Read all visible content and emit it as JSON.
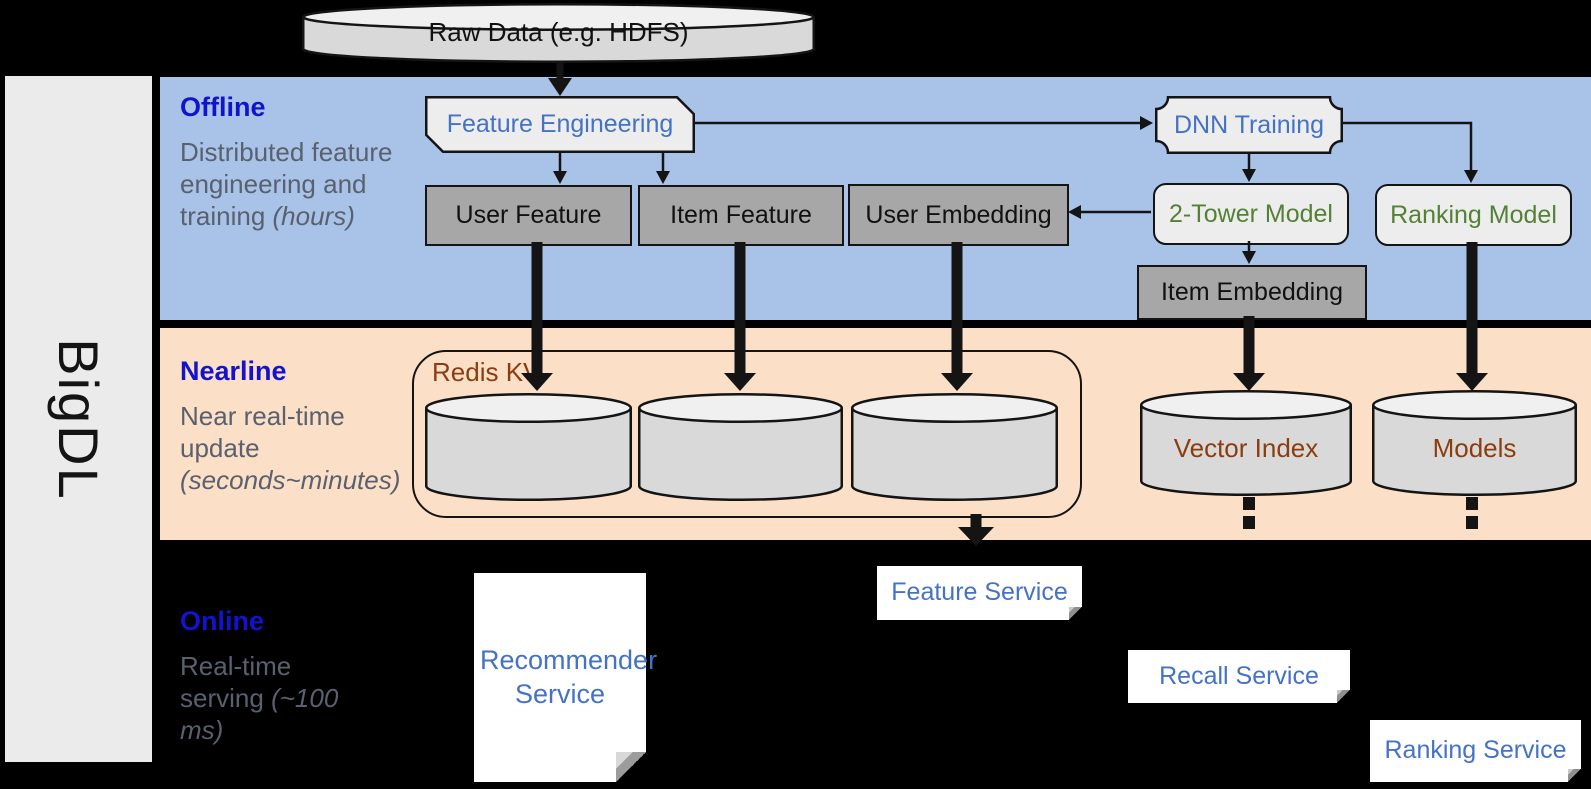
{
  "brand": {
    "name": "BigDL"
  },
  "source": {
    "label": "Raw Data (e.g. HDFS)"
  },
  "sections": {
    "offline": {
      "title": "Offline",
      "desc": "Distributed feature engineering and training",
      "note": "(hours)"
    },
    "nearline": {
      "title": "Nearline",
      "desc": "Near real-time update",
      "note": "(seconds~minutes)"
    },
    "online": {
      "title": "Online",
      "desc": "Real-time serving",
      "note": "(~100 ms)"
    }
  },
  "offline_nodes": {
    "feature_engineering": "Feature Engineering",
    "user_feature": "User Feature",
    "item_feature": "Item Feature",
    "user_embedding": "User Embedding",
    "dnn_training": "DNN Training",
    "two_tower_model": "2-Tower Model",
    "ranking_model": "Ranking Model",
    "item_embedding": "Item Embedding"
  },
  "nearline_nodes": {
    "redis": "Redis KV",
    "vector_index": "Vector Index",
    "models": "Models"
  },
  "online_nodes": {
    "recommender": "Recommender Service",
    "feature": "Feature Service",
    "recall": "Recall Service",
    "ranking": "Ranking Service"
  },
  "colors": {
    "band_offline": "#A9C3E8",
    "band_nearline": "#FBDFC7",
    "sidebar_bg": "#EBEBEB",
    "heading_blue": "#1313CE",
    "desc_gray": "#59606E",
    "node_blue": "#4472C4",
    "green": "#538135",
    "brown": "#8C3D0E",
    "gray_box": "#A7A7A7",
    "light_box": "#EDEDED",
    "cyl_body": "#D9D9D9",
    "cyl_top": "#F0F0F0",
    "ink": "#141414"
  }
}
